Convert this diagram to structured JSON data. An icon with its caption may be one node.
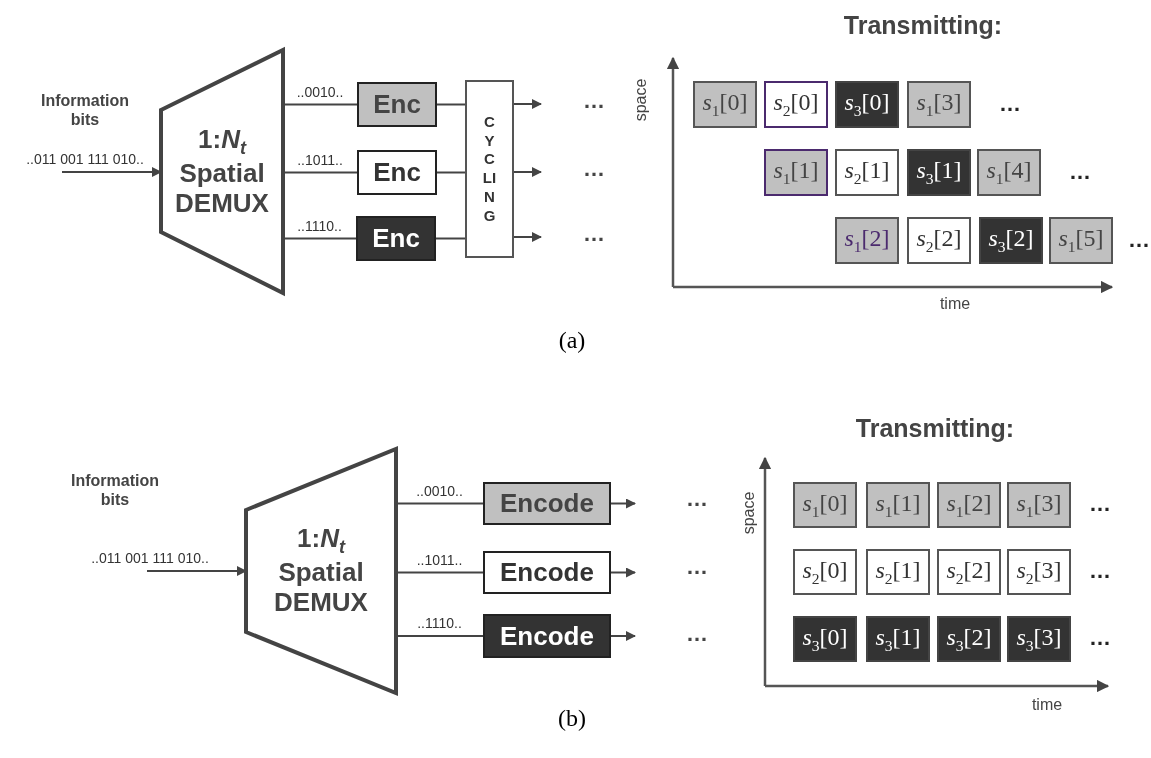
{
  "diagram": {
    "nodes": [
      {
        "text": [
          "1:*N*$_{t}$ Spatial DEMUX"
        ]
      },
      {
        "text": [
          "Enc"
        ]
      },
      {
        "text": [
          "Enc"
        ]
      },
      {
        "text": [
          "Enc"
        ]
      },
      {
        "text": [
          "CYCLING"
        ]
      },
      {
        "text": [
          "*s*$_{1}$[0]"
        ]
      },
      {
        "text": [
          "*s*$_{2}$[0]"
        ]
      },
      {
        "text": [
          "*s*$_{3}$[0]"
        ]
      },
      {
        "text": [
          "*s*$_{1}$[3]"
        ]
      },
      {
        "text": [
          "*s*$_{1}$[1]"
        ]
      },
      {
        "text": [
          "*s*$_{2}$[1]"
        ]
      },
      {
        "text": [
          "*s*$_{3}$[1]"
        ]
      },
      {
        "text": [
          "*s*$_{1}$[4]"
        ]
      },
      {
        "text": [
          "*s*$_{1}$[2]"
        ]
      },
      {
        "text": [
          "*s*$_{2}$[2]"
        ]
      },
      {
        "text": [
          "*s*$_{3}$[2]"
        ]
      },
      {
        "text": [
          "*s*$_{1}$[5]"
        ]
      },
      {
        "text": [
          "1:*N*$_{t}$ Spatial DEMUX"
        ]
      },
      {
        "text": [
          "Encode"
        ]
      },
      {
        "text": [
          "Encode"
        ]
      },
      {
        "text": [
          "Encode"
        ]
      },
      {
        "text": [
          "*s*$_{1}$[0]"
        ]
      },
      {
        "text": [
          "*s*$_{1}$[1]"
        ]
      },
      {
        "text": [
          "*s*$_{1}$[2]"
        ]
      },
      {
        "text": [
          "*s*$_{1}$[3]"
        ]
      },
      {
        "text": [
          "*s*$_{2}$[0]"
        ]
      },
      {
        "text": [
          "*s*$_{2}$[1]"
        ]
      },
      {
        "text": [
          "*s*$_{2}$[2]"
        ]
      },
      {
        "text": [
          "*s*$_{2}$[3]"
        ]
      },
      {
        "text": [
          "*s*$_{3}$[0]"
        ]
      },
      {
        "text": [
          "*s*$_{3}$[1]"
        ]
      },
      {
        "text": [
          "*s*$_{3}$[2]"
        ]
      },
      {
        "text": [
          "*s*$_{3}$[3]"
        ]
      }
    ],
    "edges": [
      {
        "from": null,
        "to": 0,
        "arrow": "to",
        "label": "..011 001 111 010.."
      },
      {
        "from": 0,
        "to": 1,
        "arrow": "none",
        "label": "..0010.."
      },
      {
        "from": 0,
        "to": 2,
        "arrow": "none",
        "label": "..1011.."
      },
      {
        "from": 0,
        "to": 3,
        "arrow": "none",
        "label": "..1110.."
      },
      {
        "from": 1,
        "to": 4,
        "arrow": "none"
      },
      {
        "from": 2,
        "to": 4,
        "arrow": "none"
      },
      {
        "from": 3,
        "to": 4,
        "arrow": "none"
      },
      {
        "from": 4,
        "to": null,
        "arrow": "to"
      },
      {
        "from": 4,
        "to": null,
        "arrow": "to"
      },
      {
        "from": 4,
        "to": null,
        "arrow": "to"
      },
      {
        "from": null,
        "to": 17,
        "arrow": "to",
        "label": "..011 001 111 010.."
      },
      {
        "from": 17,
        "to": 18,
        "arrow": "none",
        "label": "..0010.."
      },
      {
        "from": 17,
        "to": 19,
        "arrow": "none",
        "label": "..1011.."
      },
      {
        "from": 17,
        "to": 20,
        "arrow": "none",
        "label": "..1110.."
      },
      {
        "from": 18,
        "to": null,
        "arrow": "to"
      },
      {
        "from": 19,
        "to": null,
        "arrow": "to"
      },
      {
        "from": 20,
        "to": null,
        "arrow": "to"
      }
    ],
    "labels": [
      "Information bits",
      "…",
      "…",
      "…",
      "Transmitting:",
      "space",
      "…",
      "…",
      "…",
      "time",
      "(a)",
      "Information bits",
      "Transmitting:",
      "…",
      "…",
      "…",
      "space",
      "…",
      "…",
      "…",
      "time",
      "(b)"
    ]
  }
}
